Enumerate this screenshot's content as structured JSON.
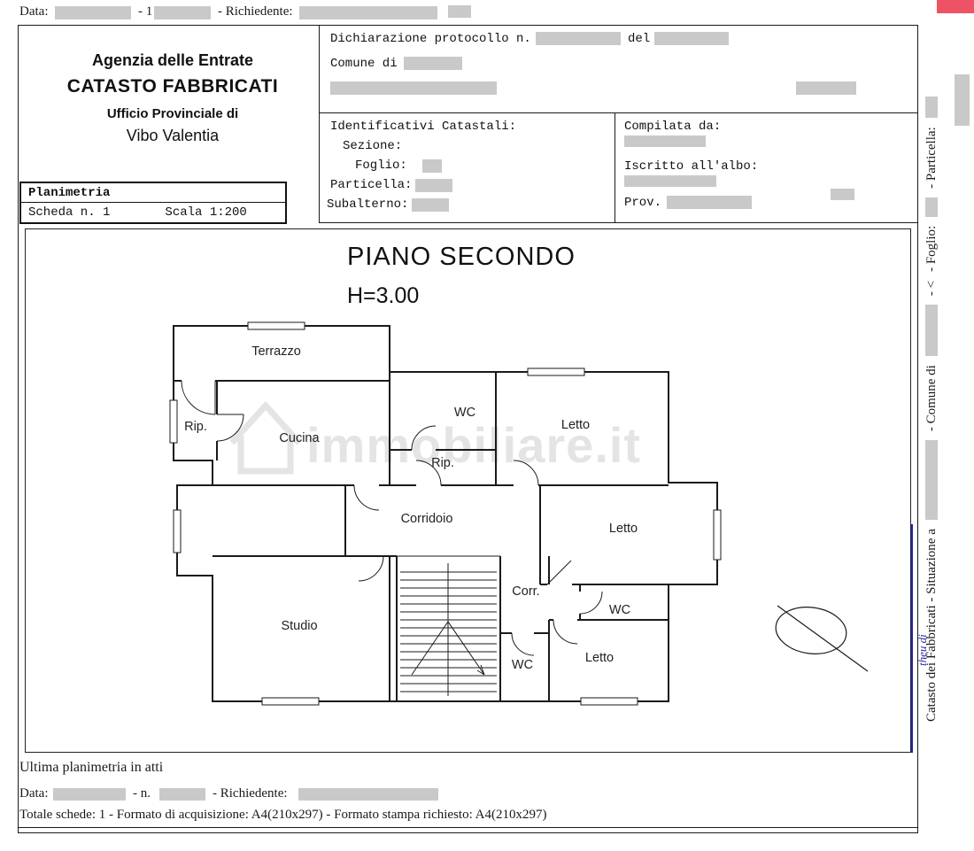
{
  "colors": {
    "redaction": "#c9c9c9",
    "red_box": "#ee5365",
    "blue_mark": "#2323ab",
    "watermark": "#cfcfcf"
  },
  "top_bar": {
    "data_label": "Data:",
    "sep1": "- 1",
    "richiedente_label": "- Richiedente:"
  },
  "header_left": {
    "line1": "Agenzia delle Entrate",
    "line2": "CATASTO FABBRICATI",
    "line3": "Ufficio Provinciale di",
    "line4": "Vibo Valentia"
  },
  "planimetria_box": {
    "title": "Planimetria",
    "scheda": "Scheda n. 1",
    "scala": "Scala 1:200"
  },
  "dichiarazione_box": {
    "line1_label": "Dichiarazione protocollo n.",
    "del_label": "del",
    "comune_label": "Comune di"
  },
  "identificativi_box": {
    "title": "Identificativi Catastali:",
    "sezione": "Sezione:",
    "foglio": "Foglio:",
    "particella": "Particella:",
    "subalterno": "Subalterno:"
  },
  "compilata_box": {
    "title": "Compilata da:",
    "iscritto": "Iscritto all'albo:",
    "prov": "Prov."
  },
  "plan": {
    "title": "PIANO SECONDO",
    "height": "H=3.00",
    "watermark": "immobiliare.it",
    "rooms": {
      "terrazzo": "Terrazzo",
      "rip1": "Rip.",
      "cucina": "Cucina",
      "wc1": "WC",
      "letto1": "Letto",
      "rip2": "Rip.",
      "corridoio": "Corridoio",
      "letto2": "Letto",
      "studio": "Studio",
      "corr": "Corr.",
      "wc2": "WC",
      "wc3": "WC",
      "letto3": "Letto"
    }
  },
  "sidebar": {
    "catasto": "Catasto dei Fabbricati - Situazione a",
    "comune": "- Comune di",
    "extra": "- <",
    "foglio": "- Foglio:",
    "particella": "- Particella:",
    "blue_note": "theu di"
  },
  "footer": {
    "ultima": "Ultima planimetria in atti",
    "data_label": "Data:",
    "n_label": "- n.",
    "richiedente_label": "- Richiedente:",
    "totale": "Totale schede: 1 - Formato di acquisizione: A4(210x297)  - Formato stampa richiesto: A4(210x297)"
  }
}
